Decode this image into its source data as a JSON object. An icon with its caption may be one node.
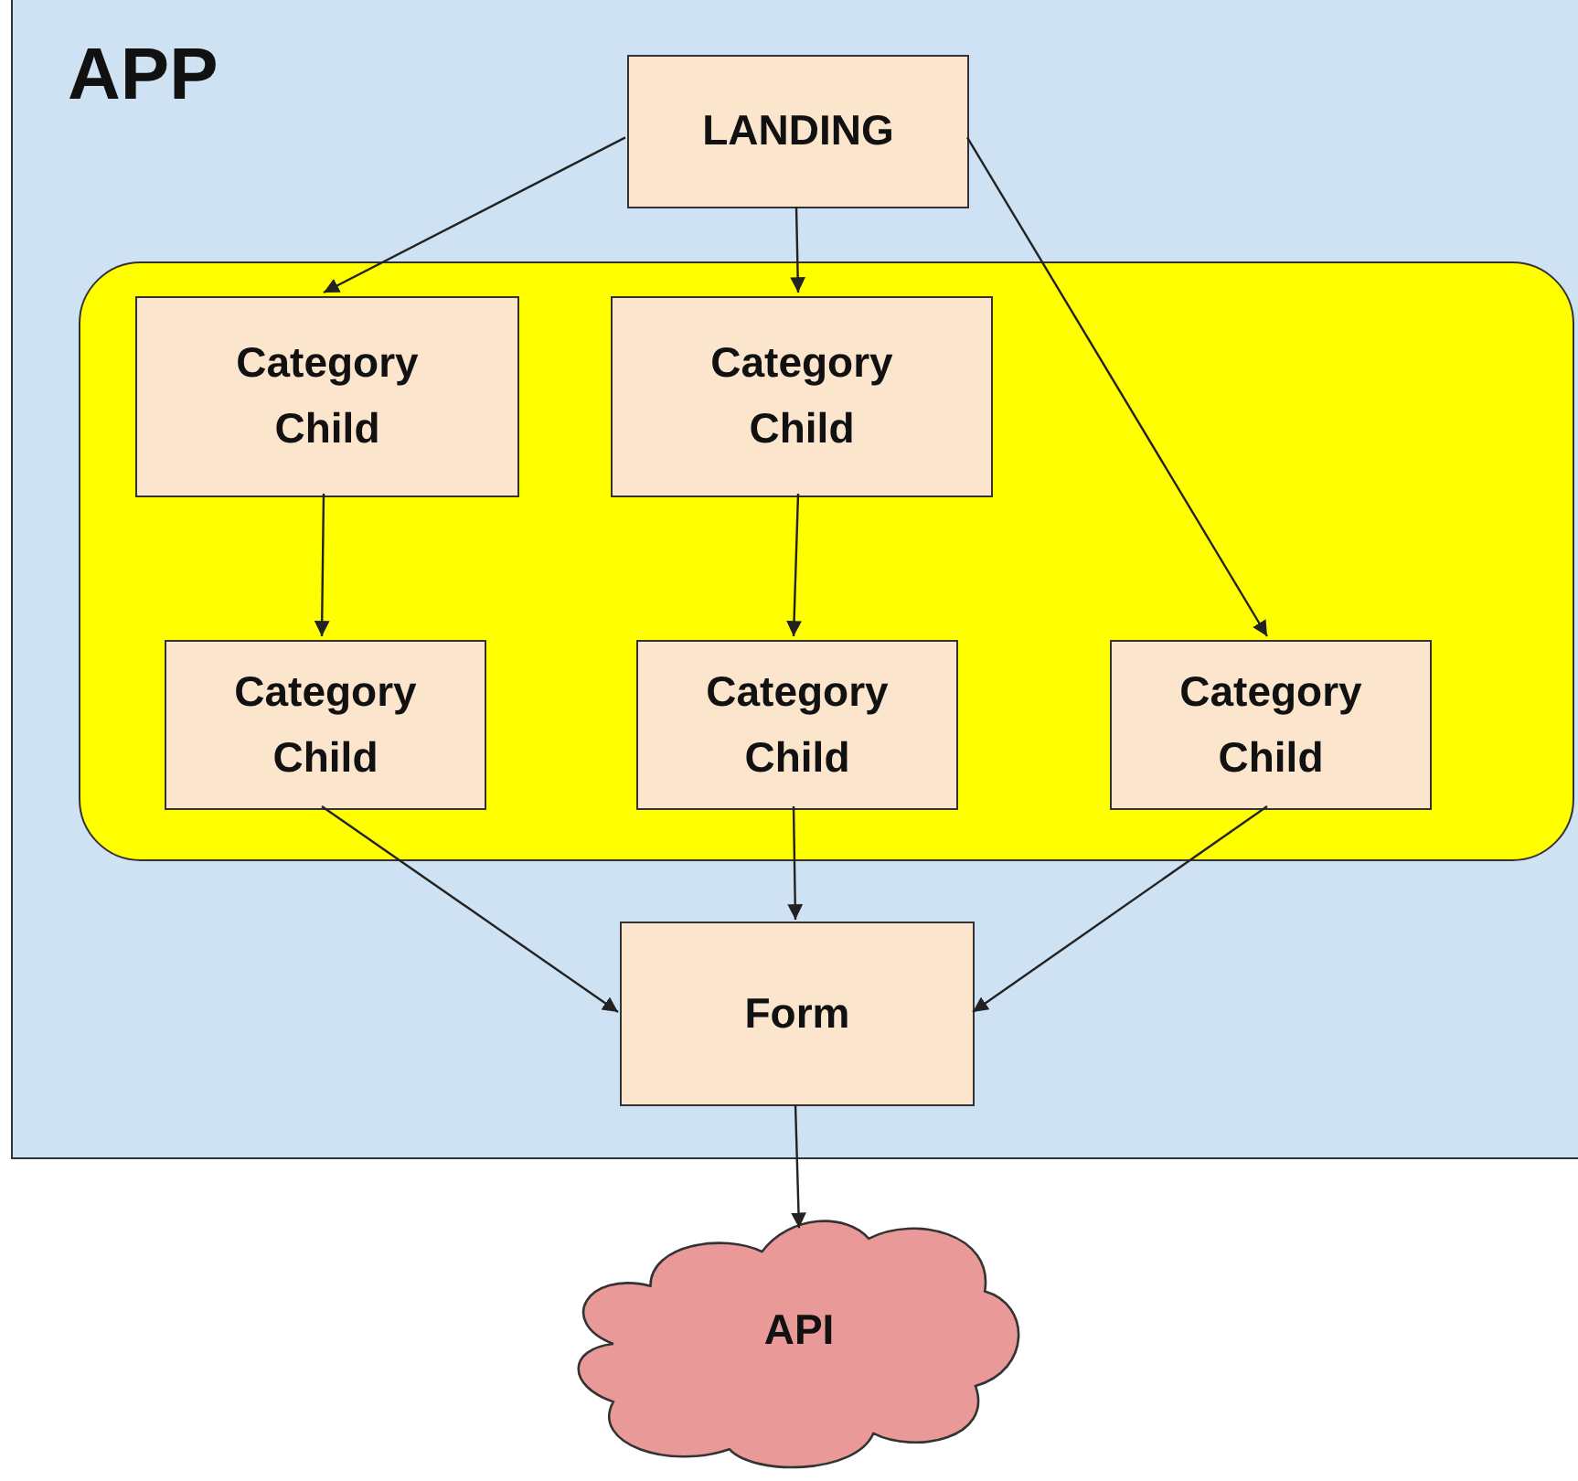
{
  "diagram": {
    "nodes": [
      {
        "text": [
          "APP"
        ]
      },
      {
        "text": [
          "LANDING"
        ],
        "in": 0
      },
      {
        "text": [],
        "shape": "box",
        "in": 0
      },
      {
        "text": [
          "Category Child"
        ],
        "in": 2
      },
      {
        "text": [
          "Category Child"
        ],
        "in": 2
      },
      {
        "text": [
          "Category Child"
        ],
        "in": 2
      },
      {
        "text": [
          "Category Child"
        ],
        "in": 2
      },
      {
        "text": [
          "Category Child"
        ],
        "in": 2
      },
      {
        "text": [
          "Form"
        ],
        "in": 0
      },
      {
        "text": [
          "API"
        ]
      }
    ],
    "edges": [
      {
        "from": 1,
        "to": 3,
        "arrow": "to"
      },
      {
        "from": 1,
        "to": 4,
        "arrow": "to"
      },
      {
        "from": 1,
        "to": 7,
        "arrow": "to"
      },
      {
        "from": 3,
        "to": 5,
        "arrow": "to"
      },
      {
        "from": 4,
        "to": 6,
        "arrow": "to"
      },
      {
        "from": 5,
        "to": 8,
        "arrow": "to"
      },
      {
        "from": 6,
        "to": 8,
        "arrow": "to"
      },
      {
        "from": 7,
        "to": 8,
        "arrow": "to"
      },
      {
        "from": 8,
        "to": 9,
        "arrow": "to"
      }
    ]
  }
}
